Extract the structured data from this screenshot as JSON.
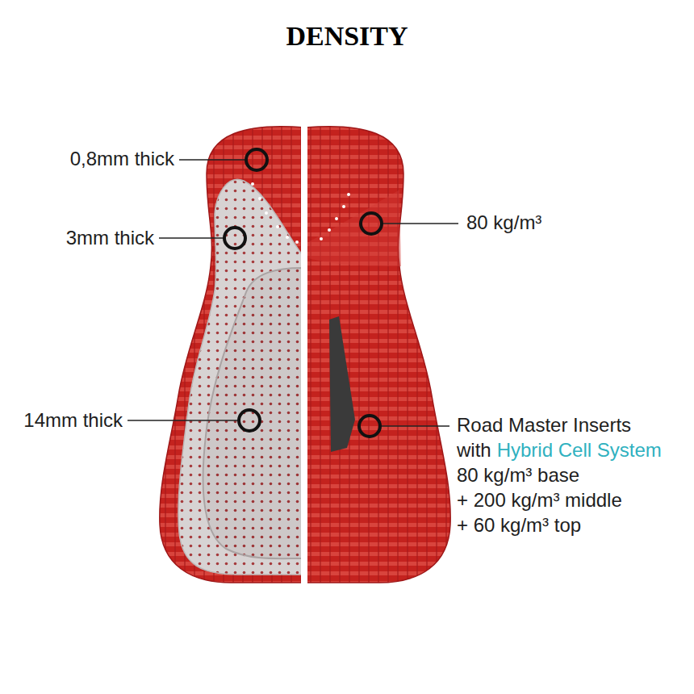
{
  "diagram": {
    "title": "DENSITY",
    "labels": [
      "0,8mm thick",
      "80 kg/m³",
      "3mm thick",
      "14mm thick",
      "Road Master Inserts",
      "with",
      "Hybrid Cell System",
      "80 kg/m³ base",
      "+ 200 kg/m³ middle",
      "+ 60 kg/m³ top"
    ]
  }
}
